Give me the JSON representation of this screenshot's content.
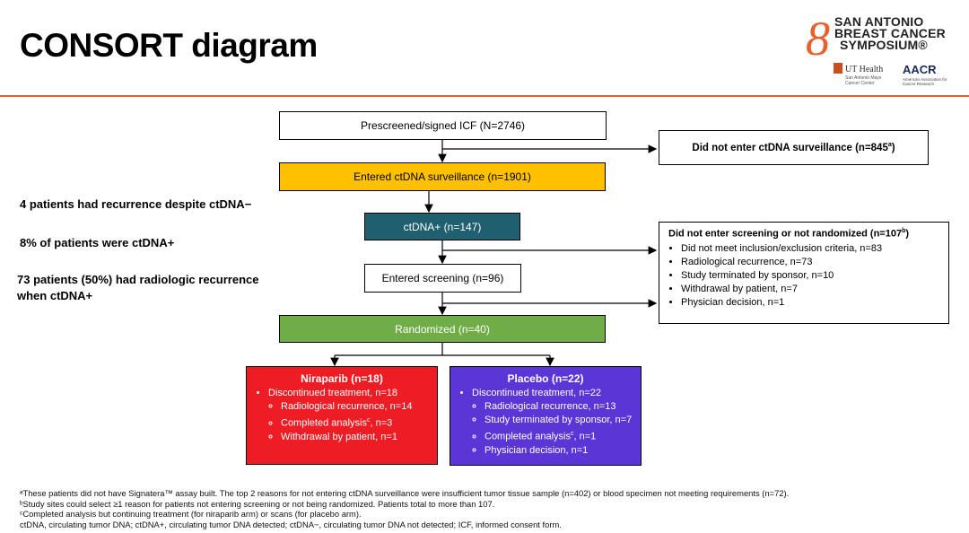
{
  "slide": {
    "title": "CONSORT diagram"
  },
  "logo": {
    "line1": "SAN ANTONIO",
    "line2": "BREAST CANCER",
    "line3": "SYMPOSIUM®",
    "ut_health": "UT Health",
    "ut_sub": "San Antonio Mays Cancer Center",
    "aacr": "AACR",
    "aacr_sub": "American Association for Cancer Research"
  },
  "flow": {
    "prescreened": "Prescreened/signed ICF (N=2746)",
    "surveillance": "Entered ctDNA surveillance (n=1901)",
    "ctdna_pos": "ctDNA+ (n=147)",
    "screening": "Entered screening (n=96)",
    "randomized": "Randomized (n=40)"
  },
  "exclusion1": {
    "label": "Did not enter ctDNA surveillance (n=845",
    "sup": "a",
    "close": ")"
  },
  "exclusion2": {
    "heading": "Did not enter screening or not randomized (n=107",
    "sup": "b",
    "close": ")",
    "items": [
      "Did not meet inclusion/exclusion criteria, n=83",
      "Radiological recurrence, n=73",
      "Study terminated by sponsor, n=10",
      "Withdrawal by patient, n=7",
      "Physician decision, n=1"
    ]
  },
  "side_notes": [
    "4 patients had recurrence despite ctDNA−",
    "8% of patients were ctDNA+",
    "73 patients (50%) had radiologic recurrence when ctDNA+"
  ],
  "arms": {
    "niraparib": {
      "heading": "Niraparib (n=18)",
      "main": "Discontinued treatment, n=18",
      "sub": [
        "Radiological recurrence, n=14",
        "Completed analysis",
        "Withdrawal by patient, n=1"
      ],
      "sub2_sup": "c",
      "sub2_tail": ", n=3",
      "color": "#ee1c24"
    },
    "placebo": {
      "heading": "Placebo (n=22)",
      "main": "Discontinued treatment, n=22",
      "sub": [
        "Radiological recurrence, n=13",
        "Study terminated by sponsor, n=7",
        "Completed analysis",
        "Physician decision, n=1"
      ],
      "sub3_sup": "c",
      "sub3_tail": ", n=1",
      "color": "#5b35d6"
    }
  },
  "footnotes": [
    "ᵃThese patients did not have Signatera™ assay built. The top 2 reasons for not entering ctDNA surveillance were insufficient tumor tissue sample (n=402) or blood specimen not meeting requirements (n=72).",
    "ᵇStudy sites could select ≥1 reason for patients not entering screening or not being randomized. Patients total to more than 107.",
    "ᶜCompleted analysis but continuing treatment (for niraparib arm) or scans (for placebo arm).",
    "ctDNA, circulating tumor DNA; ctDNA+, circulating tumor DNA detected; ctDNA−, circulating tumor DNA not detected; ICF, informed consent form."
  ],
  "colors": {
    "accent_rule": "#e8602c",
    "surveillance_fill": "#ffc000",
    "ctdna_fill": "#1f5f6f",
    "randomized_fill": "#70ad47"
  }
}
